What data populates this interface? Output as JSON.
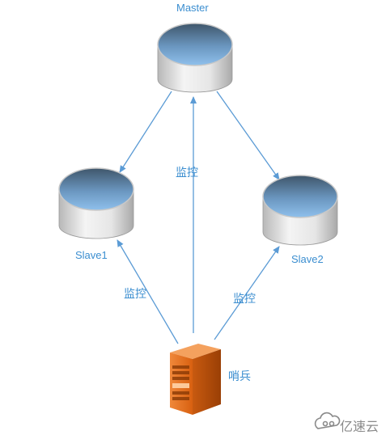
{
  "nodes": {
    "master": {
      "label": "Master"
    },
    "slave1": {
      "label": "Slave1"
    },
    "slave2": {
      "label": "Slave2"
    },
    "sentinel": {
      "label": "哨兵"
    }
  },
  "edge_labels": {
    "master_monitor": "监控",
    "slave1_monitor": "监控",
    "slave2_monitor": "监控"
  },
  "watermark": {
    "text": "亿速云",
    "icon": "cloud-logo-icon"
  },
  "colors": {
    "arrow": "#5b9bd5",
    "label_text": "#3b8ed0",
    "db_top": "#6fa8dc",
    "server": "#e56b1f"
  }
}
